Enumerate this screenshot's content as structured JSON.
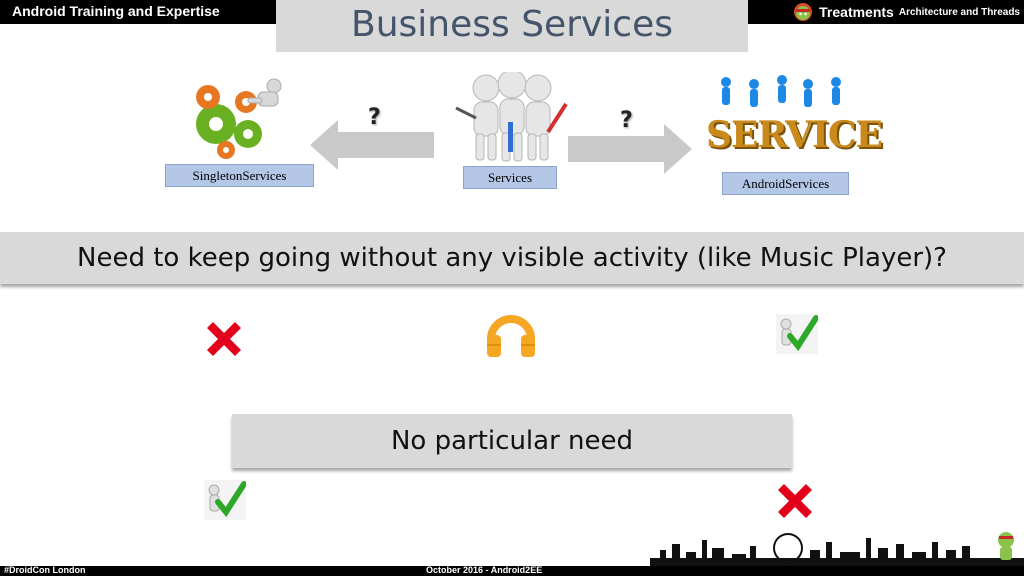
{
  "header": {
    "left_title": "Android Training and Expertise",
    "right_title": "Treatments",
    "right_subtitle": "Architecture and Threads"
  },
  "slide": {
    "title": "Business Services",
    "diagram": {
      "left_label": "SingletonServices",
      "center_label": "Services",
      "right_label": "AndroidServices",
      "left_question": "?",
      "right_question": "?",
      "right_image_text": "SERVICE"
    },
    "question_1": "Need to keep going without any visible activity (like Music Player)?",
    "question_2": "No particular need"
  },
  "footer": {
    "left": "#DroidCon London",
    "center": "October 2016 - Android2EE"
  },
  "colors": {
    "title": "#44546a",
    "label_fill": "#b4c7e7",
    "band": "#d9d9d9",
    "cross": "#e3001b",
    "check": "#2ea829",
    "headphones": "#f5a623"
  }
}
